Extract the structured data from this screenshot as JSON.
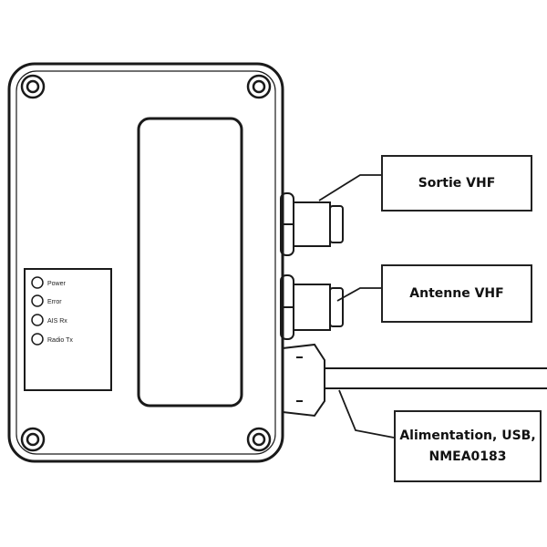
{
  "leds": [
    {
      "label": "Power"
    },
    {
      "label": "Error"
    },
    {
      "label": "AIS Rx"
    },
    {
      "label": "Radio Tx"
    }
  ],
  "callouts": {
    "vhf_out": "Sortie VHF",
    "vhf_antenna": "Antenne VHF",
    "power_line1": "Alimentation, USB,",
    "power_line2": "NMEA0183"
  }
}
